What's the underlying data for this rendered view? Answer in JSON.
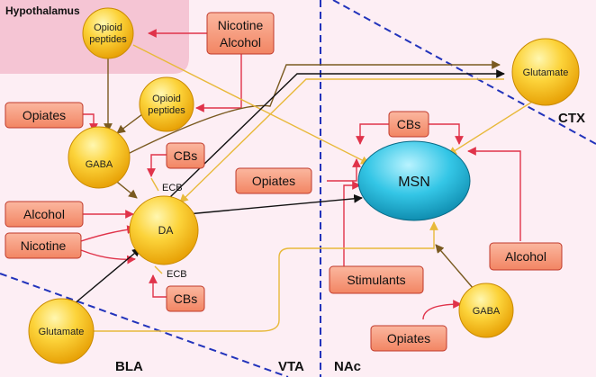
{
  "regions": {
    "hypothalamus": "Hypothalamus",
    "bla": "BLA",
    "vta": "VTA",
    "nac": "NAc",
    "ctx": "CTX"
  },
  "nodes": {
    "opioid_peptides_top": [
      "Opioid",
      "peptides"
    ],
    "opioid_peptides_mid": [
      "Opioid",
      "peptides"
    ],
    "gaba_vta": "GABA",
    "da": "DA",
    "glutamate_bla": "Glutamate",
    "glutamate_ctx": "Glutamate",
    "msn": "MSN",
    "gaba_nac": "GABA"
  },
  "boxes": {
    "nicotine_alcohol": [
      "Nicotine",
      "Alcohol"
    ],
    "opiates_left": "Opiates",
    "cbs_vta_top": "CBs",
    "alcohol_left": "Alcohol",
    "nicotine_left": "Nicotine",
    "cbs_vta_bottom": "CBs",
    "cbs_nac": "CBs",
    "opiates_nac": "Opiates",
    "stimulants": "Stimulants",
    "alcohol_right": "Alcohol",
    "opiates_bottom": "Opiates"
  },
  "annotations": {
    "ecb_top": "ECB",
    "ecb_bottom": "ECB"
  },
  "colors": {
    "background": "#fdeef4",
    "hypothalamus_region": "#f5c5d4",
    "divider": "#2233bb",
    "box_fill": "#f79a7b",
    "box_stroke": "#c0392b",
    "red_arrow": "#e0334a",
    "brown_arrow": "#7a5a20",
    "gold_arrow": "#e8b93a",
    "black_arrow": "#111111",
    "yellow_node": "#f7b500",
    "msn_fill": "#1ba8c8"
  }
}
